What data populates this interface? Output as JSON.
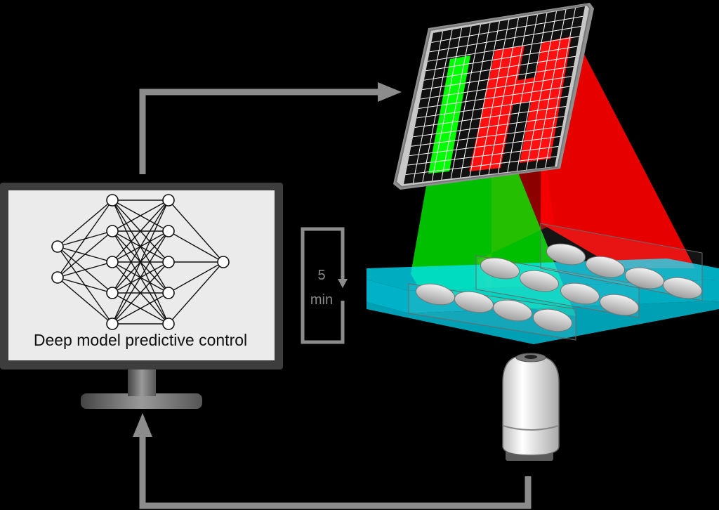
{
  "monitor": {
    "caption": "Deep model predictive control"
  },
  "loop": {
    "value": "5",
    "unit": "min"
  },
  "network": {
    "layers": [
      2,
      5,
      5,
      1
    ]
  },
  "projector": {
    "grid_rows": 16,
    "grid_cols": 16
  },
  "colors": {
    "background": "#000000",
    "arrow": "#8c8c8c",
    "green_light": "#00ff00",
    "red_light": "#ff0000",
    "chamber": "#00e5ff",
    "screen_bg": "#ebebeb"
  }
}
